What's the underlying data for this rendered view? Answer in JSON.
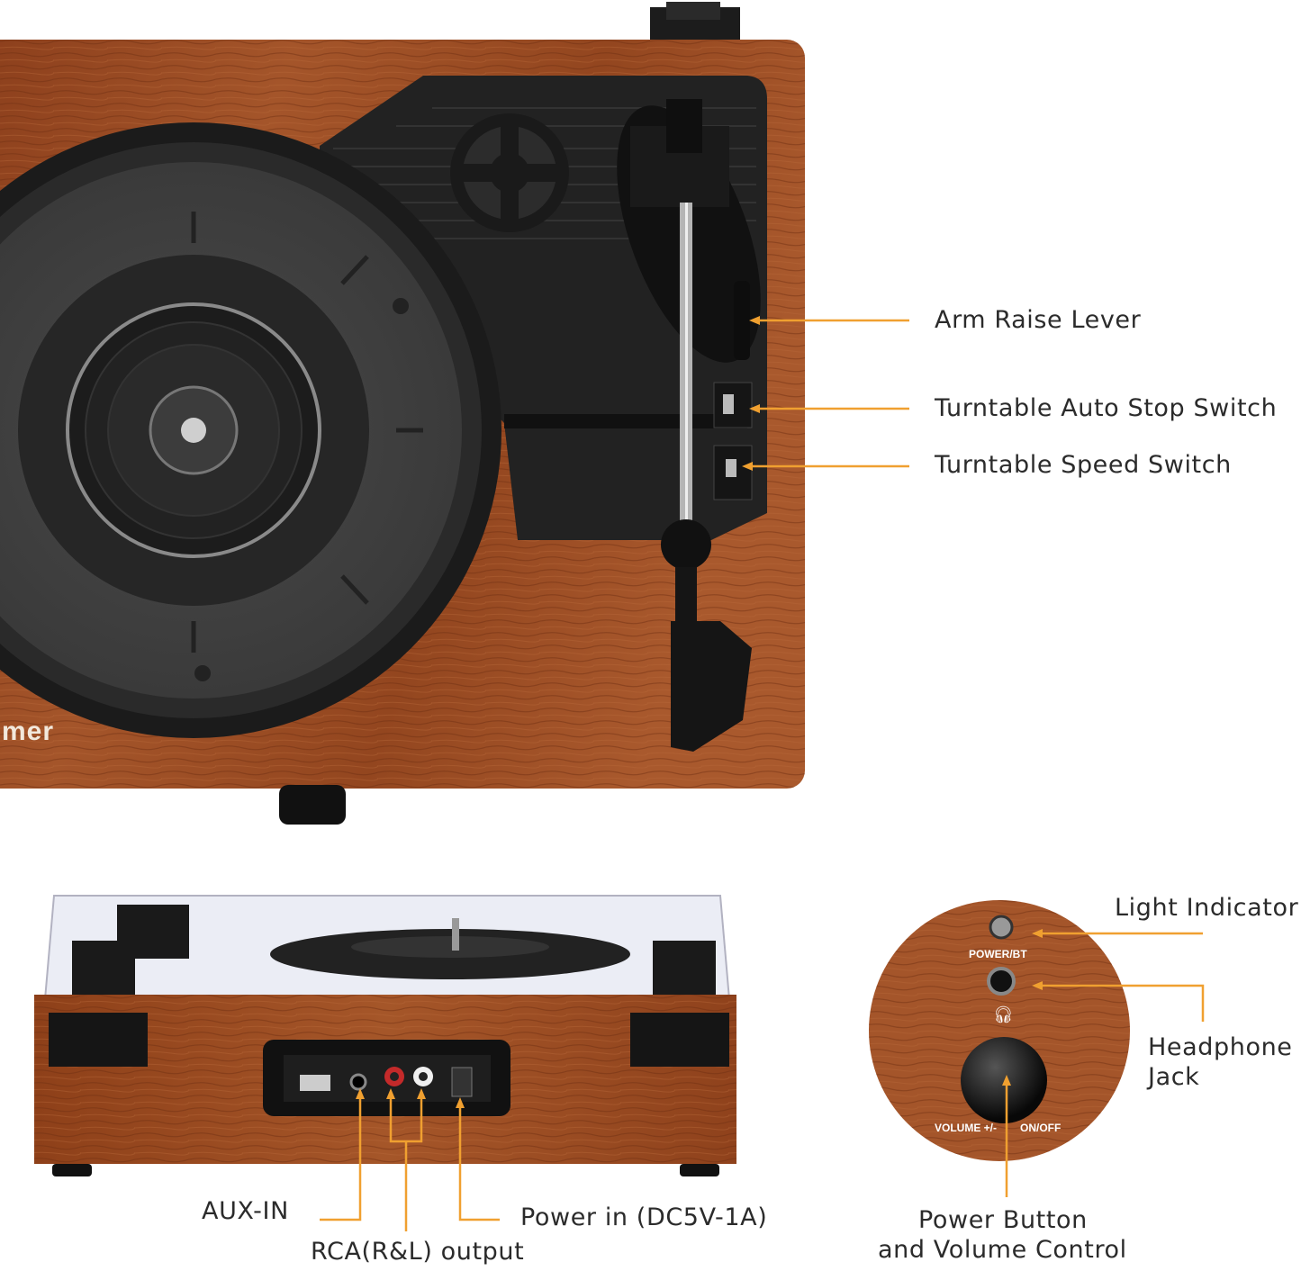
{
  "brand_text": "mer",
  "callouts": {
    "arm_raise_lever": "Arm Raise Lever",
    "auto_stop_switch": "Turntable Auto Stop Switch",
    "speed_switch": "Turntable Speed Switch",
    "light_indicator": "Light Indicator",
    "headphone_jack_line1": "Headphone",
    "headphone_jack_line2": "Jack",
    "power_volume_line1": "Power Button",
    "power_volume_line2": "and Volume Control",
    "aux_in": "AUX-IN",
    "rca_output": "RCA(R&L) output",
    "power_in": "Power in (DC5V-1A)"
  },
  "panel_labels": {
    "power_bt": "POWER/BT",
    "volume": "VOLUME +/-",
    "on_off": "ON/OFF"
  },
  "colors": {
    "wood": "#9a4a22",
    "callout_line": "#f0a030",
    "text": "#2b2b2b"
  },
  "icons": [
    "headphone-icon"
  ]
}
